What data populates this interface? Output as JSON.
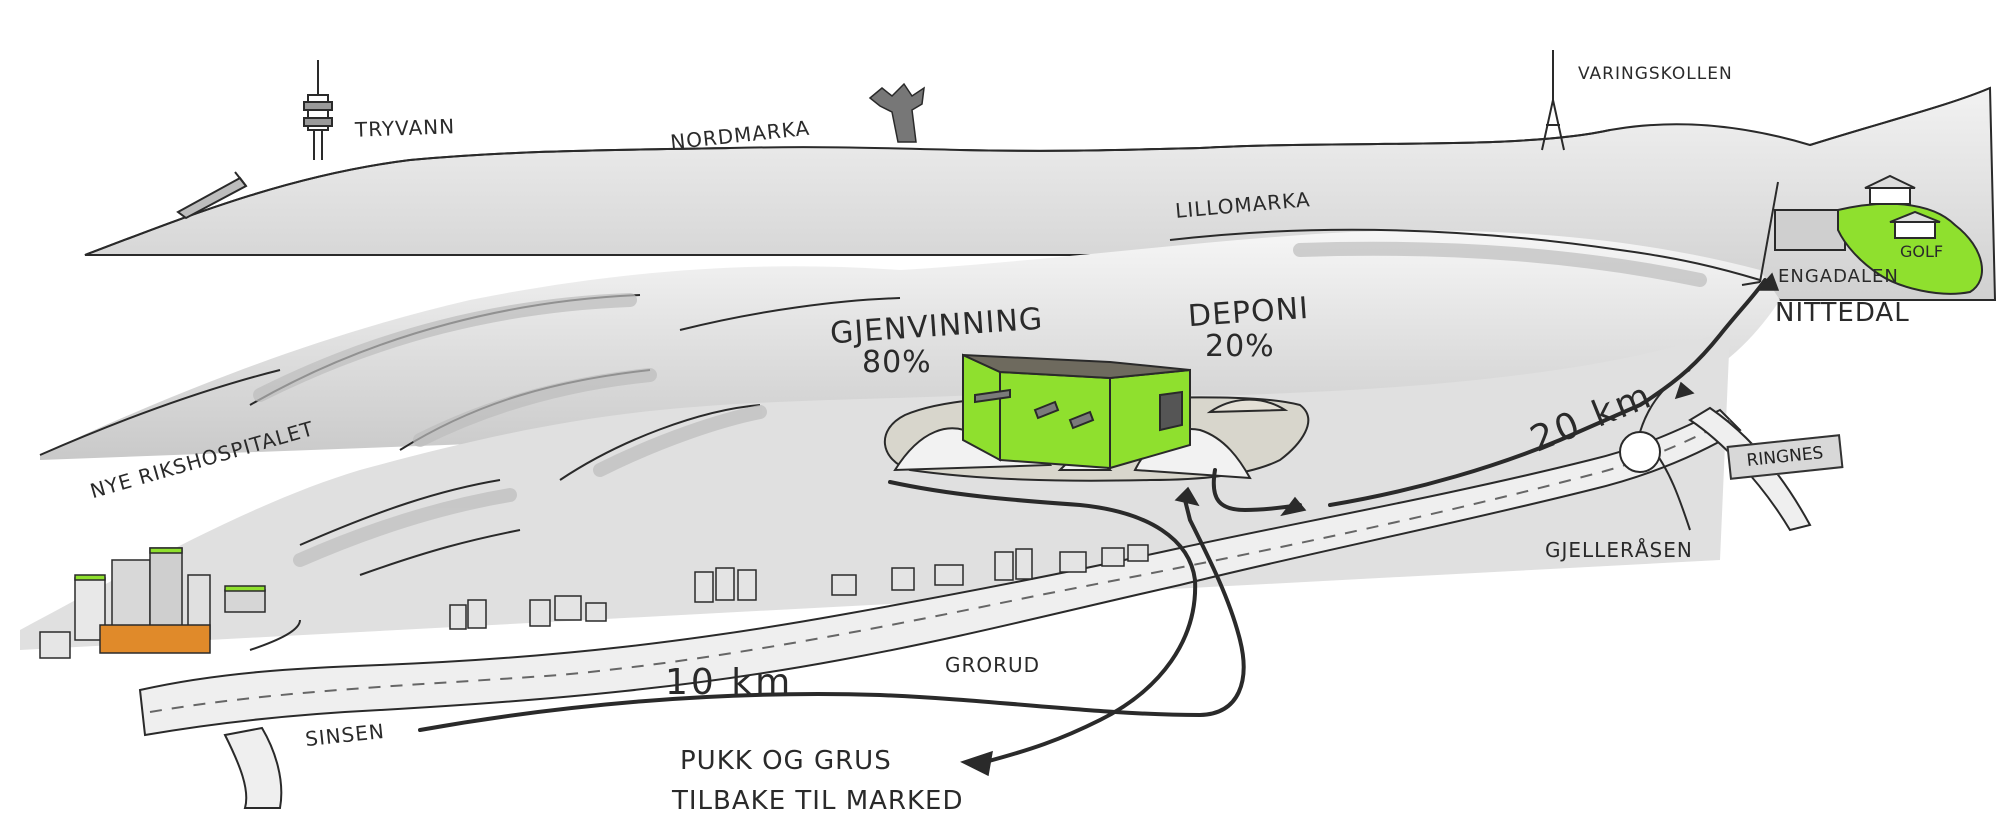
{
  "labels": {
    "tryvann": "TRYVANN",
    "nordmarka": "NORDMARKA",
    "varingskollen": "VARINGSKOLLEN",
    "lillomarka": "LILLOMARKA",
    "engadalen": "ENGADALEN",
    "nittedal": "NITTEDAL",
    "golf": "GOLF",
    "gjenvinning": "GJENVINNING",
    "gjenvinning_pct": "80%",
    "deponi": "DEPONI",
    "deponi_pct": "20%",
    "distance_north": "20 km",
    "ringnes": "RINGNES",
    "gjellerasen": "GJELLERÅSEN",
    "nye_rikshospitalet": "NYE RIKSHOSPITALET",
    "grorud": "GRORUD",
    "distance_west": "10 km",
    "sinsen": "SINSEN",
    "pukk_line1": "PUKK OG GRUS",
    "pukk_line2": "TILBAKE TIL MARKED"
  },
  "colors": {
    "hill_shade": "#d4d4d4",
    "plant_green": "#8fe02e",
    "road_fill": "#efefef",
    "outline": "#2a2a2a",
    "accent_orange": "#e08a2a"
  }
}
